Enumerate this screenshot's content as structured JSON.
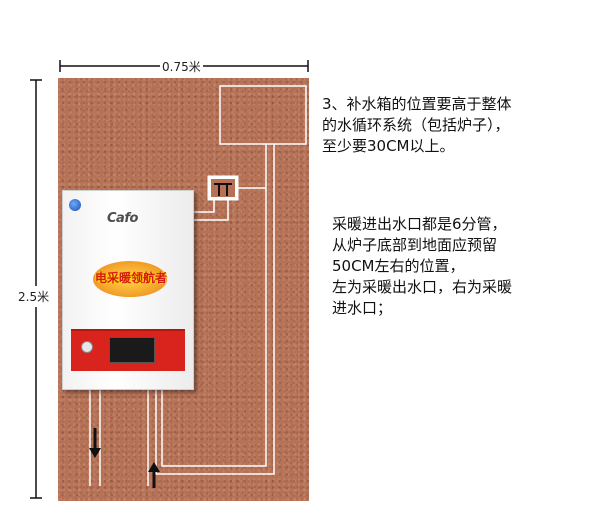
{
  "dimensions": {
    "width_label": "0.75米",
    "height_label": "2.5米"
  },
  "heater": {
    "brand": "Cafo",
    "slogan": "电采暖领航者"
  },
  "notes": {
    "note1": [
      "3、补水箱的位置要高于整体",
      "的水循环系统（包括炉子），",
      "至少要30CM以上。"
    ],
    "note2": [
      "采暖进出水口都是6分管，",
      "从炉子底部到地面应预留",
      "50CM左右的位置，",
      "左为采暖出水口，右为采暖",
      "进水口；"
    ]
  },
  "colors": {
    "wall": "#b77256",
    "pipe": "#ffffff",
    "panel": "#d8241c"
  }
}
